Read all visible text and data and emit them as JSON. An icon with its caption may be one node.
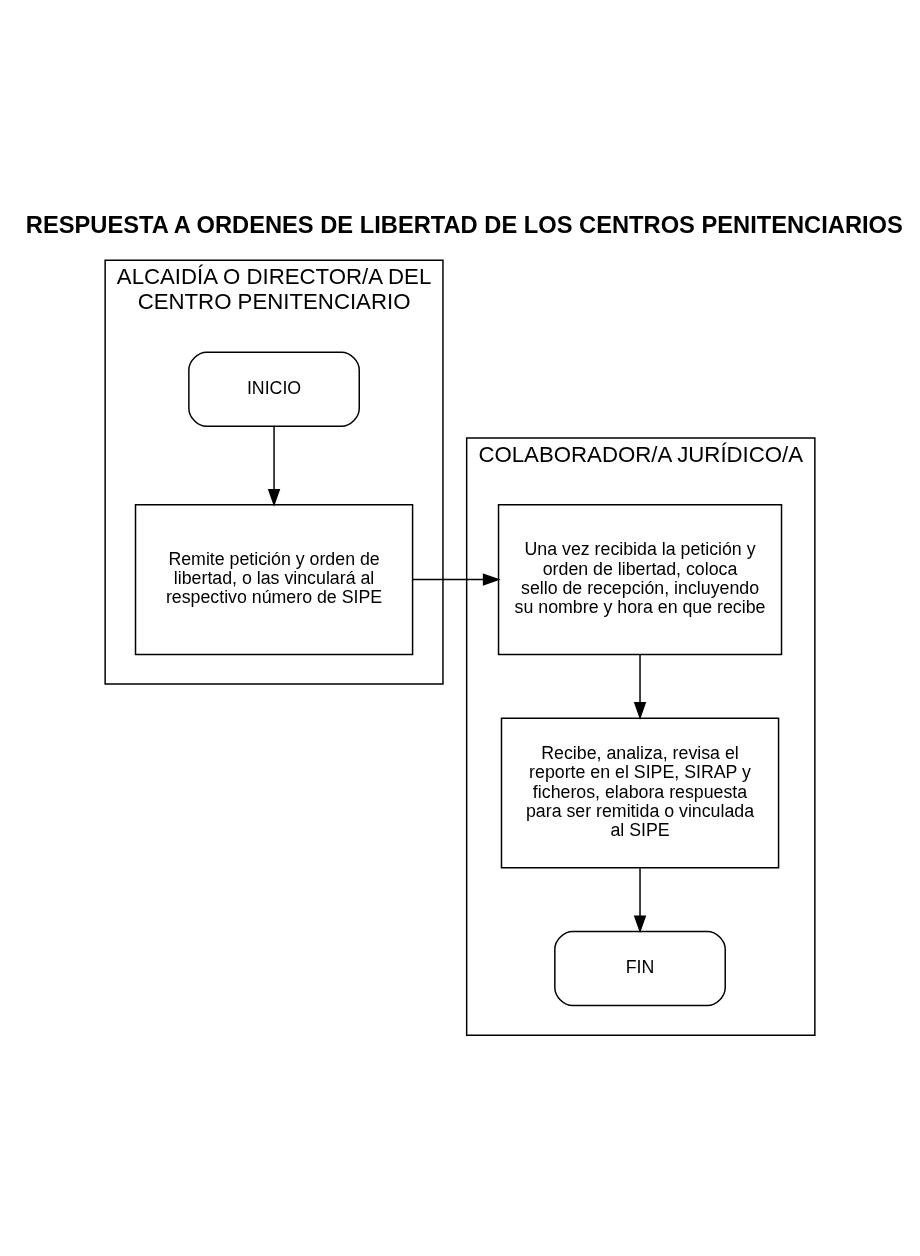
{
  "diagram": {
    "title": "RESPUESTA A ORDENES DE LIBERTAD DE LOS CENTROS PENITENCIARIOS",
    "nodes": [
      {
        "text": [
          "ALCAIDÍA O DIRECTOR/A DEL CENTRO PENITENCIARIO"
        ]
      },
      {
        "text": [
          "COLABORADOR/A JURÍDICO/A"
        ]
      },
      {
        "text": [
          "INICIO"
        ],
        "in": 0
      },
      {
        "text": [
          "Remite petición y orden de libertad, o las vinculará al respectivo número de SIPE"
        ],
        "in": 0
      },
      {
        "text": [
          "Una vez recibida la petición y orden de libertad, coloca sello de recepción, incluyendo su nombre y hora en que recibe"
        ],
        "in": 1
      },
      {
        "text": [
          "Recibe, analiza, revisa el reporte en el SIPE, SIRAP y ficheros, elabora respuesta para ser remitida o vinculada al SIPE"
        ],
        "in": 1
      },
      {
        "text": [
          "FIN"
        ],
        "in": 1
      }
    ],
    "edges": [
      {
        "from": 2,
        "to": 3,
        "arrow": "to"
      },
      {
        "from": 3,
        "to": 4,
        "arrow": "to"
      },
      {
        "from": 4,
        "to": 5,
        "arrow": "to"
      },
      {
        "from": 5,
        "to": 6,
        "arrow": "to"
      }
    ]
  }
}
